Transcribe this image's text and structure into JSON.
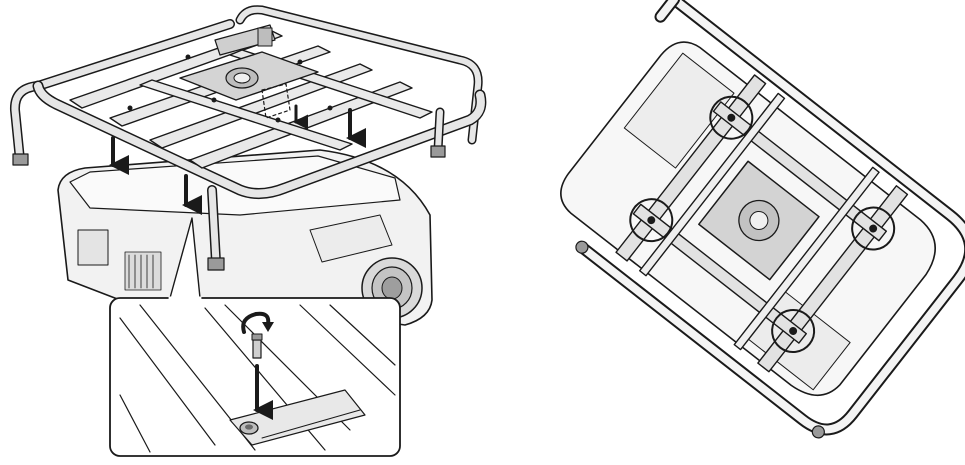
{
  "figure": {
    "panels": [
      {
        "id": "assembly-view",
        "depicts": "mounting-frame-lowered-onto-projector"
      },
      {
        "id": "installed-view",
        "depicts": "frame-attached-to-projector-underside"
      }
    ],
    "callouts": {
      "arrows_down": 4,
      "detail_inset": "screw-fastening",
      "circled_points": 4
    },
    "colors": {
      "line": "#1a1a1a",
      "frame_fill": "#e6e6e6",
      "frame_shade": "#bdbdbd",
      "projector_fill": "#f2f2f2",
      "background": "#ffffff"
    },
    "icons": [
      "arrow-down-icon",
      "rotate-arrow-icon",
      "screw-icon",
      "circle-highlight-icon"
    ]
  }
}
